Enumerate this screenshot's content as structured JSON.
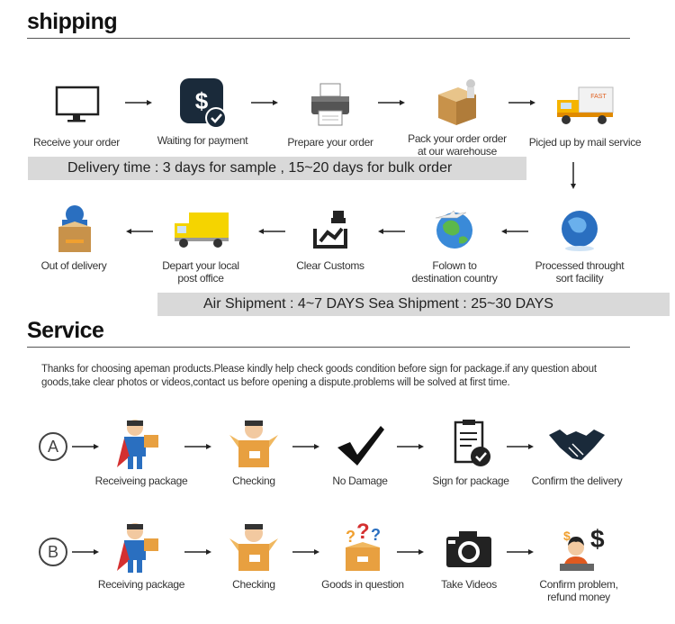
{
  "shipping": {
    "title": "shipping",
    "row1": [
      {
        "label": "Receive your order",
        "icon": "monitor-icon"
      },
      {
        "label": "Waiting for payment",
        "icon": "payment-icon"
      },
      {
        "label": "Prepare your order",
        "icon": "printer-icon"
      },
      {
        "label": "Pack your order order",
        "label2": "at our warehouse",
        "icon": "package-icon"
      },
      {
        "label": "Picjed up by mail service",
        "icon": "mail-truck-icon"
      }
    ],
    "delivery_time": "Delivery time : 3 days for sample , 15~20 days for bulk order",
    "row2": [
      {
        "label": "Out of delivery",
        "icon": "courier-box-icon"
      },
      {
        "label": "Depart your local",
        "label2": "post office",
        "icon": "van-icon"
      },
      {
        "label": "Clear Customs",
        "icon": "customs-icon"
      },
      {
        "label": "Folown to",
        "label2": "destination country",
        "icon": "globe-plane-icon"
      },
      {
        "label": "Processed throught",
        "label2": "sort facility",
        "icon": "globe-icon"
      }
    ],
    "shipment_time": "Air Shipment : 4~7 DAYS   Sea Shipment : 25~30 DAYS"
  },
  "service": {
    "title": "Service",
    "note": "Thanks for choosing apeman products.Please kindly help check goods condition before sign for package.if any question about goods,take clear photos or videos,contact us before opening a dispute.problems will be solved at first time.",
    "row_a": {
      "marker": "A",
      "steps": [
        {
          "label": "Receiveing package",
          "icon": "hero-package-icon"
        },
        {
          "label": "Checking",
          "icon": "checking-box-icon"
        },
        {
          "label": "No Damage",
          "icon": "checkmark-icon"
        },
        {
          "label": "Sign for package",
          "icon": "sign-document-icon"
        },
        {
          "label": "Confirm the delivery",
          "icon": "handshake-icon"
        }
      ]
    },
    "row_b": {
      "marker": "B",
      "steps": [
        {
          "label": "Receiving package",
          "icon": "hero-package-icon"
        },
        {
          "label": "Checking",
          "icon": "checking-box-icon"
        },
        {
          "label": "Goods in question",
          "icon": "question-box-icon"
        },
        {
          "label": "Take Videos",
          "icon": "camera-icon"
        },
        {
          "label": "Confirm problem,",
          "label2": "refund money",
          "icon": "support-agent-icon"
        }
      ]
    }
  },
  "colors": {
    "band": "#d9d9d9",
    "orange": "#f0a030",
    "blue": "#2a6fc0",
    "dark": "#1a2a3a"
  }
}
